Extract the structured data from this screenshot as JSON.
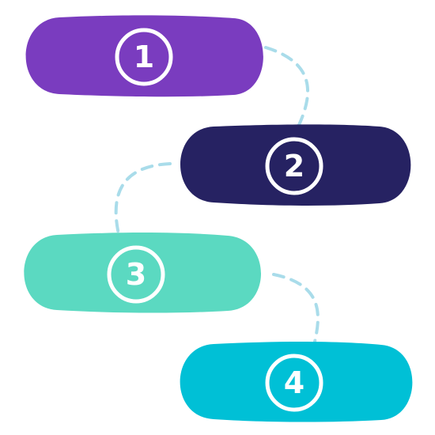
{
  "steps": [
    {
      "label": "1",
      "color": "#7a3cbf"
    },
    {
      "label": "2",
      "color": "#262262"
    },
    {
      "label": "3",
      "color": "#5bd9c1"
    },
    {
      "label": "4",
      "color": "#00c0d6"
    }
  ],
  "connector_color": "#a9dcea",
  "number_color": "#ffffff"
}
